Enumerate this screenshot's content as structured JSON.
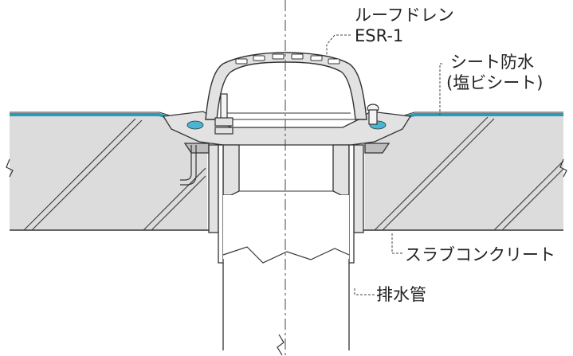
{
  "labels": {
    "roof_drain": "ルーフドレン",
    "model": "ESR-1",
    "waterproof": "シート防水",
    "waterproof_sub": "(塩ビシート)",
    "slab": "スラブコンクリート",
    "drain_pipe": "排水管"
  },
  "colors": {
    "line": "#333333",
    "concrete": "#dcdcdc",
    "sheet": "#2b9bb7",
    "seal": "#4bb4d4",
    "metal": "#e2e2e2",
    "metal_dark": "#bdbdbd",
    "pipe": "#ffffff"
  }
}
